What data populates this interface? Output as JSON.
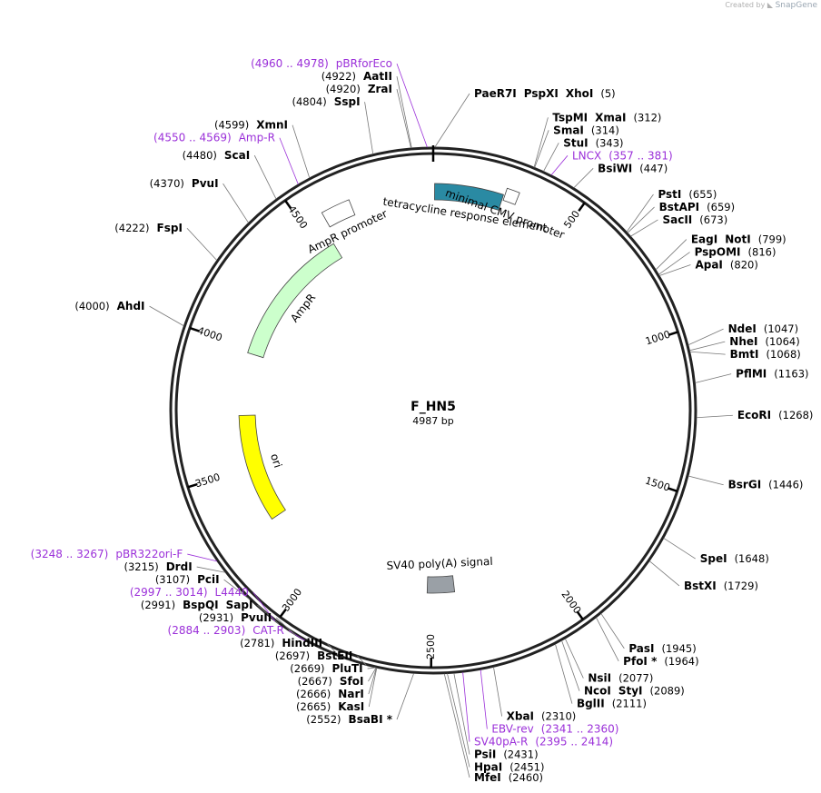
{
  "credit": {
    "prefix": "Created by",
    "brand": "SnapGene"
  },
  "plasmid": {
    "name": "F_HN5",
    "length_text": "4987 bp",
    "length": 4987
  },
  "ticks": [
    {
      "label": "500",
      "bp": 500
    },
    {
      "label": "1000",
      "bp": 1000
    },
    {
      "label": "1500",
      "bp": 1500
    },
    {
      "label": "2000",
      "bp": 2000
    },
    {
      "label": "2500",
      "bp": 2500
    },
    {
      "label": "3000",
      "bp": 3000
    },
    {
      "label": "3500",
      "bp": 3500
    },
    {
      "label": "4000",
      "bp": 4000
    },
    {
      "label": "4500",
      "bp": 4500
    }
  ],
  "features": [
    {
      "name": "tetracycline response element",
      "label": "tetracycline response element",
      "start": 5,
      "end": 250,
      "color": "#2a8aa3",
      "direction": "none"
    },
    {
      "name": "minimal CMV promoter",
      "label": "minimal CMV promoter",
      "start": 255,
      "end": 300,
      "color": "#ffffff",
      "direction": "forward"
    },
    {
      "name": "AmpR promoter",
      "label": "AmpR promoter",
      "start": 4580,
      "end": 4685,
      "color": "#ffffff",
      "direction": "reverse"
    },
    {
      "name": "AmpR",
      "label": "AmpR",
      "start": 3980,
      "end": 4560,
      "color": "#ccffcc",
      "direction": "reverse"
    },
    {
      "name": "ori",
      "label": "ori",
      "start": 3270,
      "end": 3720,
      "color": "#ffff00",
      "direction": "reverse"
    },
    {
      "name": "SV40 poly(A) signal",
      "label": "SV40 poly(A) signal",
      "start": 2400,
      "end": 2520,
      "color": "#9aa0a6",
      "direction": "none"
    }
  ],
  "sites": [
    {
      "id": "paer7i",
      "name": "PaeR7I",
      "pos": "(5)",
      "extra": [
        "PspXI",
        "XhoI"
      ],
      "kind": "enzyme",
      "bp": 5,
      "side": "right"
    },
    {
      "id": "tspmi",
      "name": "TspMI",
      "pos": "(312)",
      "extra": [
        "XmaI"
      ],
      "kind": "enzyme",
      "bp": 312,
      "side": "right"
    },
    {
      "id": "smai",
      "name": "SmaI",
      "pos": "(314)",
      "extra": [],
      "kind": "enzyme",
      "bp": 314,
      "side": "right"
    },
    {
      "id": "stui",
      "name": "StuI",
      "pos": "(343)",
      "extra": [],
      "kind": "enzyme",
      "bp": 343,
      "side": "right"
    },
    {
      "id": "lncx",
      "name": "LNCX",
      "pos": "(357 .. 381)",
      "extra": [],
      "kind": "primer",
      "bp": 369,
      "side": "right"
    },
    {
      "id": "bsiwi",
      "name": "BsiWI",
      "pos": "(447)",
      "extra": [],
      "kind": "enzyme",
      "bp": 447,
      "side": "right"
    },
    {
      "id": "psti",
      "name": "PstI",
      "pos": "(655)",
      "extra": [],
      "kind": "enzyme",
      "bp": 655,
      "side": "right"
    },
    {
      "id": "bstapi",
      "name": "BstAPI",
      "pos": "(659)",
      "extra": [],
      "kind": "enzyme",
      "bp": 659,
      "side": "right"
    },
    {
      "id": "sacii",
      "name": "SacII",
      "pos": "(673)",
      "extra": [],
      "kind": "enzyme",
      "bp": 673,
      "side": "right"
    },
    {
      "id": "eagi",
      "name": "EagI",
      "pos": "(799)",
      "extra": [
        "NotI"
      ],
      "kind": "enzyme",
      "bp": 799,
      "side": "right"
    },
    {
      "id": "pspomi",
      "name": "PspOMI",
      "pos": "(816)",
      "extra": [],
      "kind": "enzyme",
      "bp": 816,
      "side": "right"
    },
    {
      "id": "apai",
      "name": "ApaI",
      "pos": "(820)",
      "extra": [],
      "kind": "enzyme",
      "bp": 820,
      "side": "right"
    },
    {
      "id": "ndei",
      "name": "NdeI",
      "pos": "(1047)",
      "extra": [],
      "kind": "enzyme",
      "bp": 1047,
      "side": "right"
    },
    {
      "id": "nhei",
      "name": "NheI",
      "pos": "(1064)",
      "extra": [],
      "kind": "enzyme",
      "bp": 1064,
      "side": "right"
    },
    {
      "id": "bmti",
      "name": "BmtI",
      "pos": "(1068)",
      "extra": [],
      "kind": "enzyme",
      "bp": 1068,
      "side": "right"
    },
    {
      "id": "pflmi",
      "name": "PflMI",
      "pos": "(1163)",
      "extra": [],
      "kind": "enzyme",
      "bp": 1163,
      "side": "right"
    },
    {
      "id": "ecori",
      "name": "EcoRI",
      "pos": "(1268)",
      "extra": [],
      "kind": "enzyme",
      "bp": 1268,
      "side": "right"
    },
    {
      "id": "bsrgi",
      "name": "BsrGI",
      "pos": "(1446)",
      "extra": [],
      "kind": "enzyme",
      "bp": 1446,
      "side": "right"
    },
    {
      "id": "spei",
      "name": "SpeI",
      "pos": "(1648)",
      "extra": [],
      "kind": "enzyme",
      "bp": 1648,
      "side": "right"
    },
    {
      "id": "bstxi",
      "name": "BstXI",
      "pos": "(1729)",
      "extra": [],
      "kind": "enzyme",
      "bp": 1729,
      "side": "right"
    },
    {
      "id": "pasi",
      "name": "PasI",
      "pos": "(1945)",
      "extra": [],
      "kind": "enzyme",
      "bp": 1945,
      "side": "right"
    },
    {
      "id": "pfoi",
      "name": "PfoI *",
      "pos": "(1964)",
      "extra": [],
      "kind": "enzyme",
      "bp": 1964,
      "side": "right"
    },
    {
      "id": "nsii",
      "name": "NsiI",
      "pos": "(2077)",
      "extra": [],
      "kind": "enzyme",
      "bp": 2077,
      "side": "right"
    },
    {
      "id": "ncoi",
      "name": "NcoI",
      "pos": "(2089)",
      "extra": [
        "StyI"
      ],
      "kind": "enzyme",
      "bp": 2089,
      "side": "right"
    },
    {
      "id": "bglii",
      "name": "BglII",
      "pos": "(2111)",
      "extra": [],
      "kind": "enzyme",
      "bp": 2111,
      "side": "right"
    },
    {
      "id": "xbai",
      "name": "XbaI",
      "pos": "(2310)",
      "extra": [],
      "kind": "enzyme",
      "bp": 2310,
      "side": "right"
    },
    {
      "id": "ebvrev",
      "name": "EBV-rev",
      "pos": "(2341 .. 2360)",
      "extra": [],
      "kind": "primer",
      "bp": 2350,
      "side": "right"
    },
    {
      "id": "sv40par",
      "name": "SV40pA-R",
      "pos": "(2395 .. 2414)",
      "extra": [],
      "kind": "primer",
      "bp": 2404,
      "side": "right"
    },
    {
      "id": "psii",
      "name": "PsiI",
      "pos": "(2431)",
      "extra": [],
      "kind": "enzyme",
      "bp": 2431,
      "side": "right"
    },
    {
      "id": "hpai",
      "name": "HpaI",
      "pos": "(2451)",
      "extra": [],
      "kind": "enzyme",
      "bp": 2451,
      "side": "right"
    },
    {
      "id": "mfei",
      "name": "MfeI",
      "pos": "(2460)",
      "extra": [],
      "kind": "enzyme",
      "bp": 2460,
      "side": "right"
    },
    {
      "id": "bsabi",
      "name": "BsaBI *",
      "pos": "(2552)",
      "extra": [],
      "kind": "enzyme",
      "bp": 2552,
      "side": "left"
    },
    {
      "id": "kasi",
      "name": "KasI",
      "pos": "(2665)",
      "extra": [],
      "kind": "enzyme",
      "bp": 2665,
      "side": "left"
    },
    {
      "id": "nari",
      "name": "NarI",
      "pos": "(2666)",
      "extra": [],
      "kind": "enzyme",
      "bp": 2666,
      "side": "left"
    },
    {
      "id": "sfoi",
      "name": "SfoI",
      "pos": "(2667)",
      "extra": [],
      "kind": "enzyme",
      "bp": 2667,
      "side": "left"
    },
    {
      "id": "pluti",
      "name": "PluTI",
      "pos": "(2669)",
      "extra": [],
      "kind": "enzyme",
      "bp": 2669,
      "side": "left"
    },
    {
      "id": "bsteii",
      "name": "BstEII",
      "pos": "(2697)",
      "extra": [],
      "kind": "enzyme",
      "bp": 2697,
      "side": "left"
    },
    {
      "id": "hindiii",
      "name": "HindIII",
      "pos": "(2781)",
      "extra": [],
      "kind": "enzyme",
      "bp": 2781,
      "side": "left"
    },
    {
      "id": "catr",
      "name": "CAT-R",
      "pos": "(2884 .. 2903)",
      "extra": [],
      "kind": "primer",
      "bp": 2893,
      "side": "left"
    },
    {
      "id": "pvuii",
      "name": "PvuII",
      "pos": "(2931)",
      "extra": [],
      "kind": "enzyme",
      "bp": 2931,
      "side": "left"
    },
    {
      "id": "bspqi",
      "name": "BspQI",
      "pos": "(2991)",
      "extra": [
        "SapI"
      ],
      "kind": "enzyme",
      "bp": 2991,
      "side": "left"
    },
    {
      "id": "l4440",
      "name": "L4440",
      "pos": "(2997 .. 3014)",
      "extra": [],
      "kind": "primer",
      "bp": 3005,
      "side": "left"
    },
    {
      "id": "pcii",
      "name": "PciI",
      "pos": "(3107)",
      "extra": [],
      "kind": "enzyme",
      "bp": 3107,
      "side": "left"
    },
    {
      "id": "drdi",
      "name": "DrdI",
      "pos": "(3215)",
      "extra": [],
      "kind": "enzyme",
      "bp": 3215,
      "side": "left"
    },
    {
      "id": "pbr322orif",
      "name": "pBR322ori-F",
      "pos": "(3248 .. 3267)",
      "extra": [],
      "kind": "primer",
      "bp": 3257,
      "side": "left"
    },
    {
      "id": "ahdi",
      "name": "AhdI",
      "pos": "(4000)",
      "extra": [],
      "kind": "enzyme",
      "bp": 4000,
      "side": "left"
    },
    {
      "id": "fspi",
      "name": "FspI",
      "pos": "(4222)",
      "extra": [],
      "kind": "enzyme",
      "bp": 4222,
      "side": "left"
    },
    {
      "id": "pvui",
      "name": "PvuI",
      "pos": "(4370)",
      "extra": [],
      "kind": "enzyme",
      "bp": 4370,
      "side": "left"
    },
    {
      "id": "scai",
      "name": "ScaI",
      "pos": "(4480)",
      "extra": [],
      "kind": "enzyme",
      "bp": 4480,
      "side": "left"
    },
    {
      "id": "ampr",
      "name": "Amp-R",
      "pos": "(4550 .. 4569)",
      "extra": [],
      "kind": "primer",
      "bp": 4560,
      "side": "left"
    },
    {
      "id": "xmni",
      "name": "XmnI",
      "pos": "(4599)",
      "extra": [],
      "kind": "enzyme",
      "bp": 4599,
      "side": "left"
    },
    {
      "id": "sspi",
      "name": "SspI",
      "pos": "(4804)",
      "extra": [],
      "kind": "enzyme",
      "bp": 4804,
      "side": "left"
    },
    {
      "id": "zrai",
      "name": "ZraI",
      "pos": "(4920)",
      "extra": [],
      "kind": "enzyme",
      "bp": 4920,
      "side": "left"
    },
    {
      "id": "aatii",
      "name": "AatII",
      "pos": "(4922)",
      "extra": [],
      "kind": "enzyme",
      "bp": 4922,
      "side": "left"
    },
    {
      "id": "pbrforeco",
      "name": "pBRforEco",
      "pos": "(4960 .. 4978)",
      "extra": [],
      "kind": "primer",
      "bp": 4969,
      "side": "left"
    }
  ]
}
